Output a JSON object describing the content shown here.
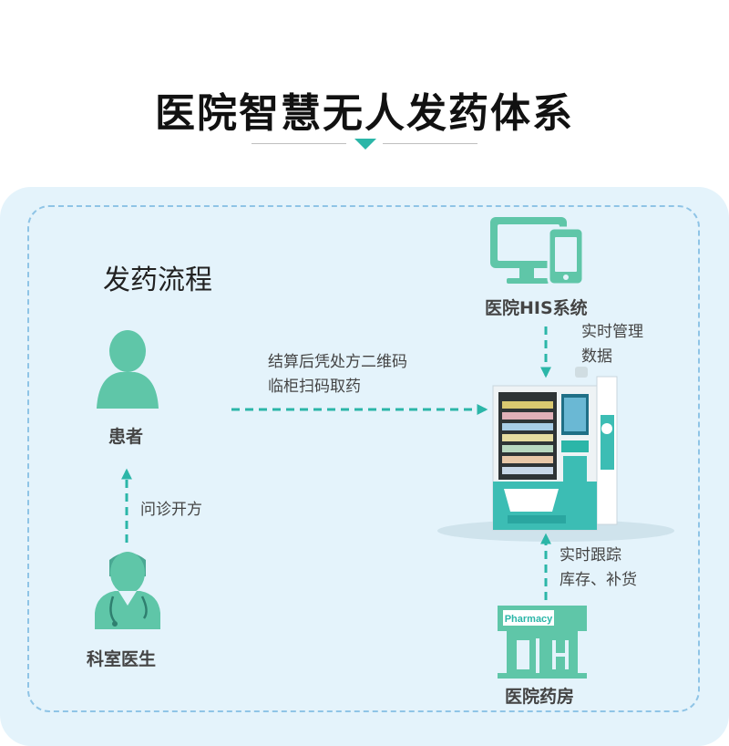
{
  "title": "医院智慧无人发药体系",
  "section_title": "发药流程",
  "nodes": {
    "his": "医院HIS系统",
    "patient": "患者",
    "doctor": "科室医生",
    "pharmacy": "医院药房",
    "pharmacy_sign": "Pharmacy"
  },
  "edges": {
    "his_to_machine": [
      "实时管理",
      "数据"
    ],
    "patient_to_machine": [
      "结算后凭处方二维码",
      "临柜扫码取药"
    ],
    "doctor_to_patient": "问诊开方",
    "pharmacy_to_machine": [
      "实时跟踪",
      "库存、补货"
    ]
  },
  "colors": {
    "teal": "#2bb6a8",
    "icon_green": "#5fc6a8",
    "panel_bg": "#e4f3fb",
    "dash_border": "#8fc4e6"
  },
  "icons": [
    "monitor-icon",
    "phone-icon",
    "patient-icon",
    "doctor-icon",
    "pharmacy-icon",
    "vending-machine"
  ]
}
